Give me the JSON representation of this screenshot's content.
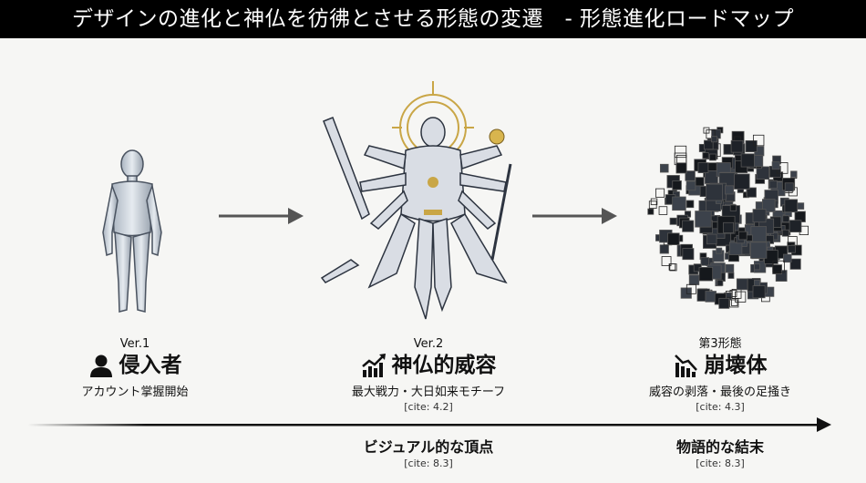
{
  "title": "デザインの進化と神仏を彷彿とさせる形態の変遷　- 形態進化ロードマップ",
  "stages": [
    {
      "version": "Ver.1",
      "name": "侵入者",
      "icon": "person-icon",
      "description": "アカウント掌握開始"
    },
    {
      "version": "Ver.2",
      "name": "神仏的威容",
      "icon": "chart-up-icon",
      "description": "最大戦力・大日如来モチーフ",
      "cite": "[cite: 4.2]"
    },
    {
      "version": "第3形態",
      "name": "崩壊体",
      "icon": "chart-down-icon",
      "description": "威容の剥落・最後の足掻き",
      "cite": "[cite: 4.3]"
    }
  ],
  "timeline": [
    {
      "label": "ビジュアル的な頂点",
      "cite": "[cite: 8.3]"
    },
    {
      "label": "物語的な結末",
      "cite": "[cite: 8.3]"
    }
  ],
  "colors": {
    "title_bg": "#000000",
    "arrow": "#555555",
    "gold": "#c9a646"
  }
}
